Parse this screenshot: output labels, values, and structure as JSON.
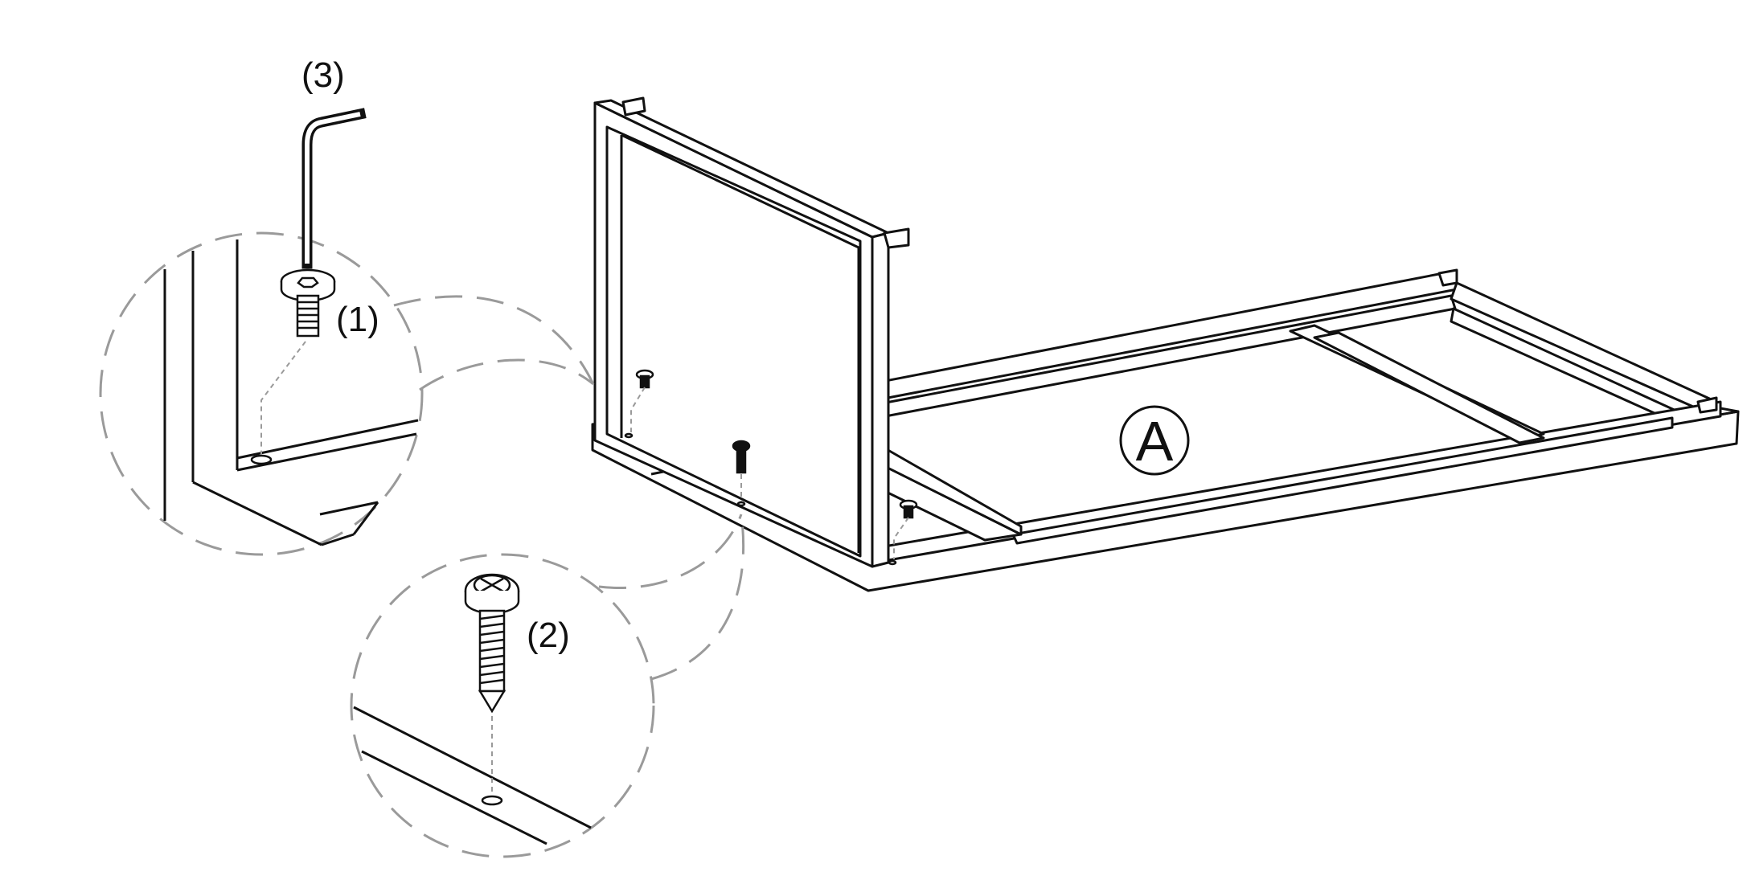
{
  "diagram": {
    "labels": {
      "part1": "(1)",
      "part2": "(2)",
      "part3": "(3)",
      "assembly": "A"
    },
    "colors": {
      "line": "#111111",
      "dashed": "#9a9a9a",
      "background": "#ffffff"
    },
    "icons": {
      "part1": "flat-head-hex-bolt-icon",
      "part2": "phillips-wood-screw-icon",
      "part3": "allen-key-icon"
    }
  }
}
